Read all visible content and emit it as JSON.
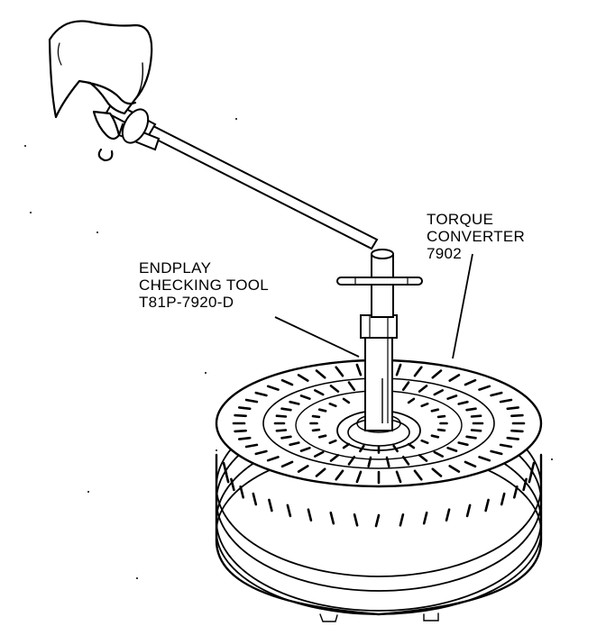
{
  "callouts": {
    "endplay_tool": {
      "name": "ENDPLAY",
      "name2": "CHECKING TOOL",
      "part_number": "T81P-7920-D"
    },
    "torque_converter": {
      "name": "TORQUE",
      "name2": "CONVERTER",
      "part_number": "7902"
    }
  },
  "colors": {
    "ink": "#000000",
    "paper": "#ffffff"
  },
  "icons": {
    "hand": "hand-icon",
    "t_handle": "t-handle-icon",
    "torque_converter": "torque-converter-icon",
    "endplay_tool": "endplay-tool-icon"
  }
}
